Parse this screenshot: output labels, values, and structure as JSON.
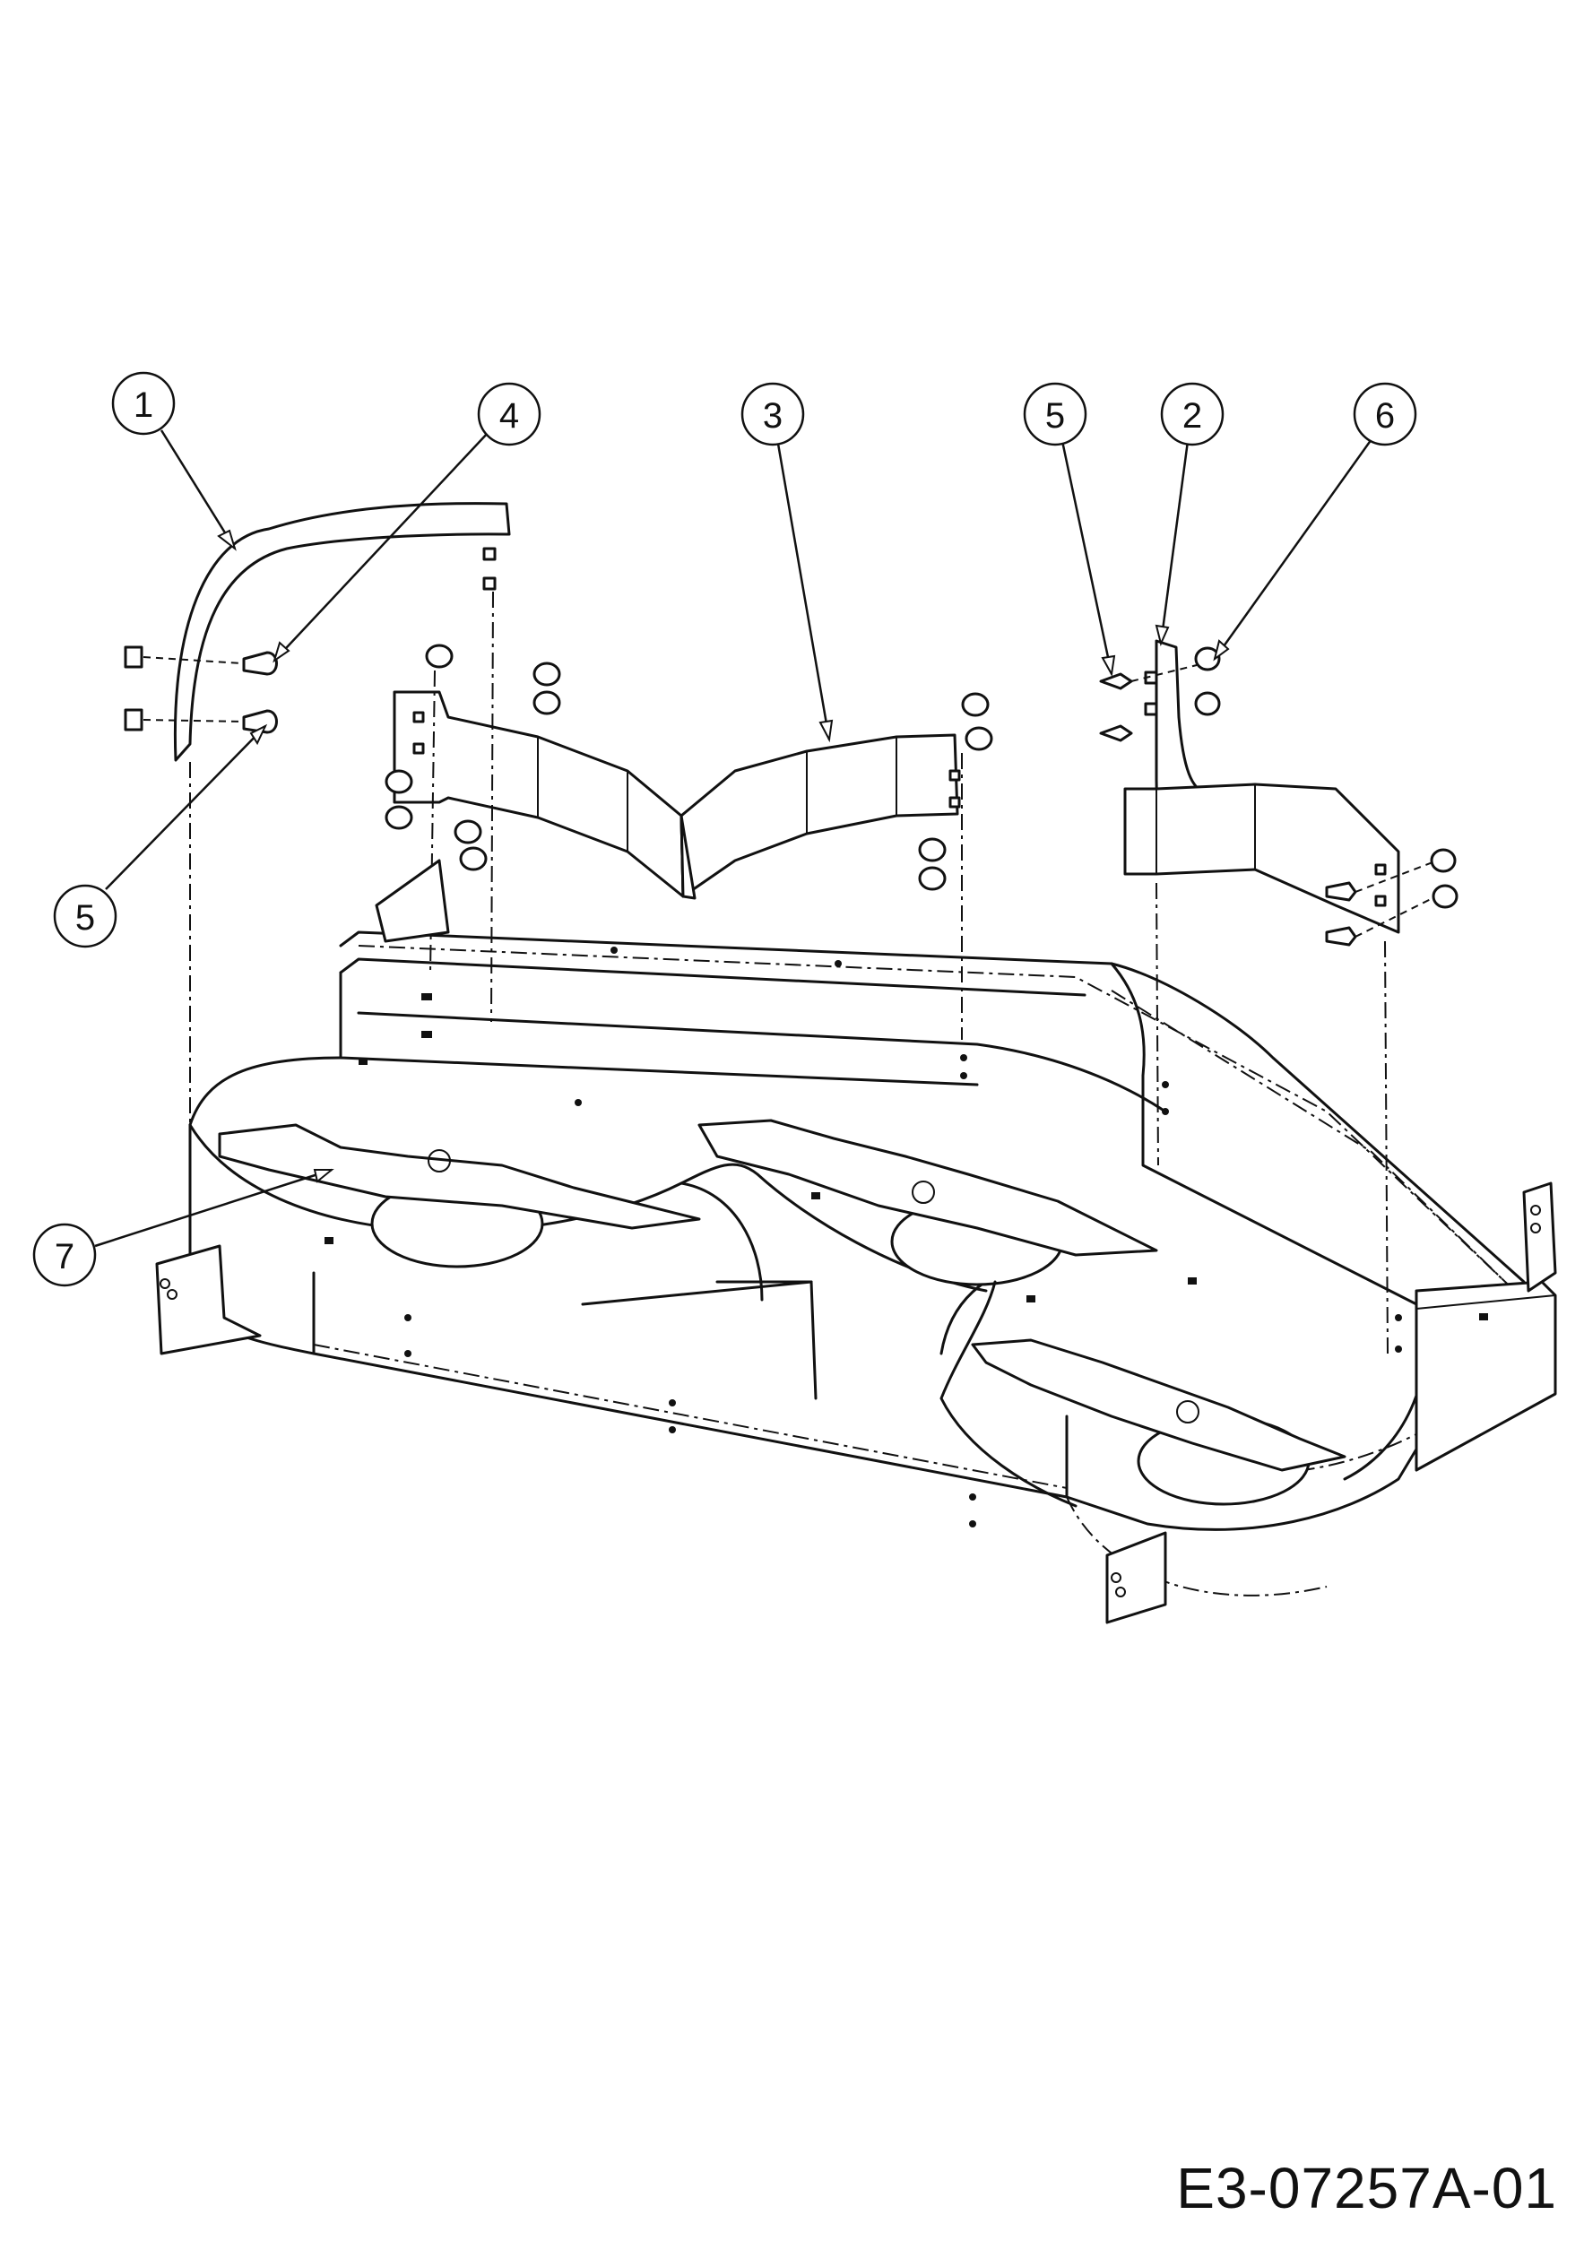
{
  "drawing_id": "E3-07257A-01",
  "callouts": [
    {
      "key": "c1",
      "label": "1"
    },
    {
      "key": "c4",
      "label": "4"
    },
    {
      "key": "c3",
      "label": "3"
    },
    {
      "key": "c5a",
      "label": "5"
    },
    {
      "key": "c2",
      "label": "2"
    },
    {
      "key": "c6",
      "label": "6"
    },
    {
      "key": "c5b",
      "label": "5"
    },
    {
      "key": "c7",
      "label": "7"
    }
  ]
}
